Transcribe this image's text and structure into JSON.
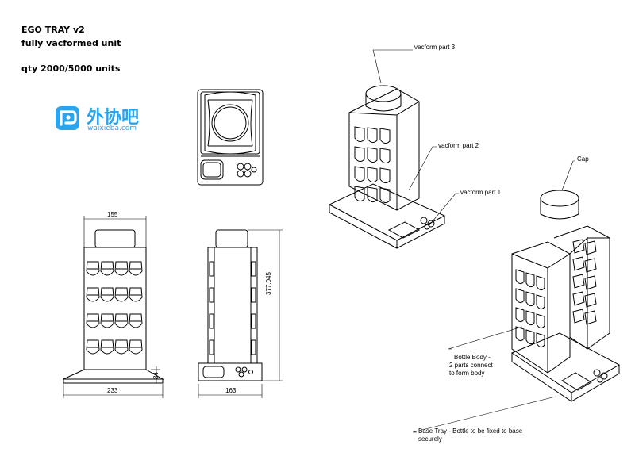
{
  "header": {
    "line1": "EGO TRAY v2",
    "line2": "fully vacformed unit",
    "line3": "qty 2000/5000 units"
  },
  "logo": {
    "brand_cn": "外协吧",
    "brand_url": "waixieba.com",
    "color": "#2aa4ec"
  },
  "dimensions": {
    "cap_width": "155",
    "height": "377.045",
    "base_height": "34",
    "base_width": "233",
    "depth": "163"
  },
  "callouts": {
    "part3": "vacform part 3",
    "part2": "vacform part 2",
    "part1": "vacform part 1",
    "cap": "Cap",
    "body_l1": "Bottle Body -",
    "body_l2": "2 parts connect",
    "body_l3": "to form body",
    "base_l1": "Base Tray - Bottle to be fixed to base",
    "base_l2": "securely"
  }
}
